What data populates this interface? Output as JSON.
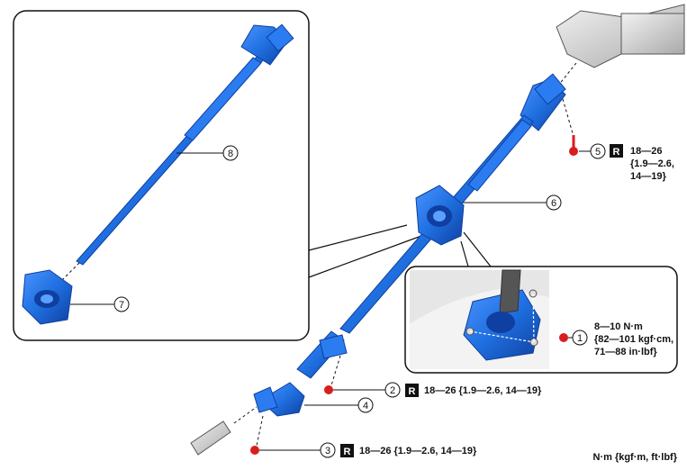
{
  "callouts": {
    "c1": "1",
    "c2": "2",
    "c3": "3",
    "c4": "4",
    "c5": "5",
    "c6": "6",
    "c7": "7",
    "c8": "8"
  },
  "torque": {
    "r_mark": "R",
    "t5": [
      "18—26",
      "{1.9—2.6,",
      "14—19}"
    ],
    "t2": "18—26 {1.9—2.6, 14—19}",
    "t3": "18—26 {1.9—2.6, 14—19}",
    "t1": [
      "8—10 N·m",
      "{82—101 kgf·cm,",
      "71—88 in·lbf}"
    ]
  },
  "units_note": "N·m {kgf·m, ft·lbf}",
  "colors": {
    "part_blue": "#1f6fe0",
    "part_blue_dark": "#0f3fa0",
    "bolt_red": "#d81e1e",
    "frame_gray": "#cfcfcf"
  }
}
